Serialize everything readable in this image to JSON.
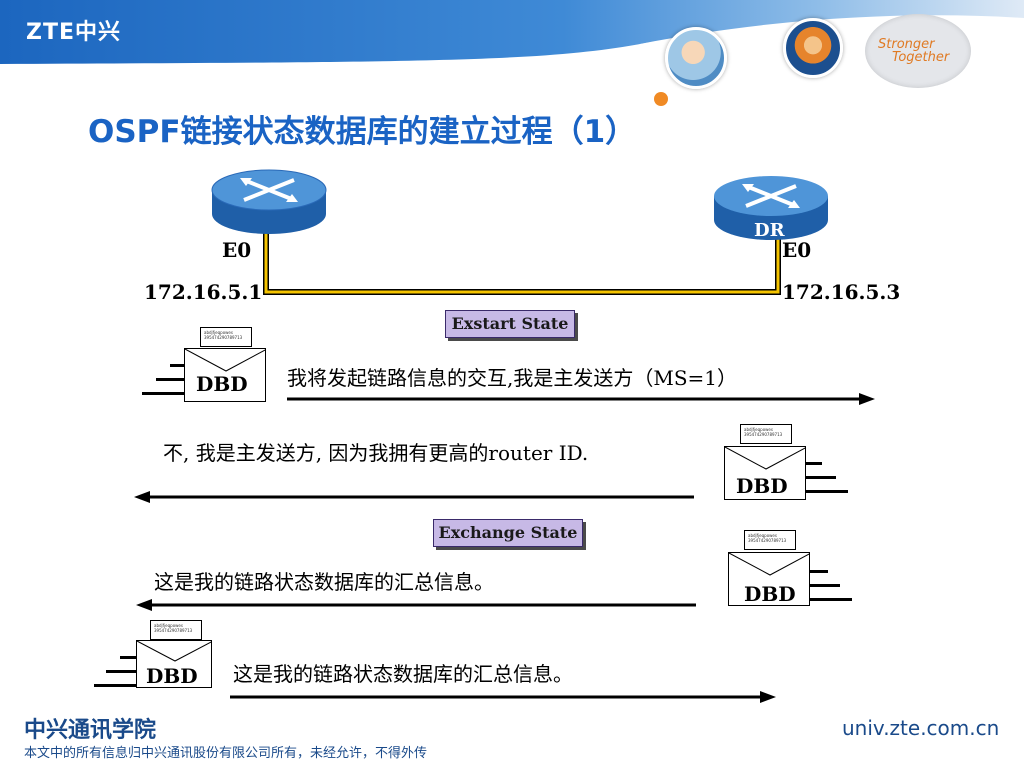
{
  "header": {
    "logo": "ZTE中兴",
    "slogan_line1": "Stronger",
    "slogan_line2": "Together"
  },
  "title": "OSPF链接状态数据库的建立过程（1）",
  "topology": {
    "left_router": {
      "interface": "E0",
      "ip": "172.16.5.1"
    },
    "right_router": {
      "interface": "E0",
      "ip": "172.16.5.3",
      "role": "DR"
    },
    "link_color": "#f5c400"
  },
  "states": [
    {
      "label": "Exstart State"
    },
    {
      "label": "Exchange State"
    }
  ],
  "messages": [
    {
      "text": "我将发起链路信息的交互,我是主发送方（MS=1）",
      "direction": "right",
      "packet": "DBD",
      "card_text": "abdjfjeqpowes\n395474290789713"
    },
    {
      "text": "不, 我是主发送方, 因为我拥有更高的router ID.",
      "direction": "left",
      "packet": "DBD",
      "card_text": "abdjfjeqpowes\n395474290789713"
    },
    {
      "text": "这是我的链路状态数据库的汇总信息。",
      "direction": "left",
      "packet": "DBD",
      "card_text": "abdjfjeqpowes\n395474290789713"
    },
    {
      "text": "这是我的链路状态数据库的汇总信息。",
      "direction": "right",
      "packet": "DBD",
      "card_text": "abdjfjeqpowes\n395474290789713"
    }
  ],
  "footer": {
    "academy": "中兴通讯学院",
    "copyright": "本文中的所有信息归中兴通讯股份有限公司所有，未经允许，不得外传",
    "url": "univ.zte.com.cn"
  },
  "colors": {
    "header_blue": "#1f6fc4",
    "title_blue": "#1a63c4",
    "state_box": "#c7b9e6",
    "accent_orange": "#f08a24"
  }
}
